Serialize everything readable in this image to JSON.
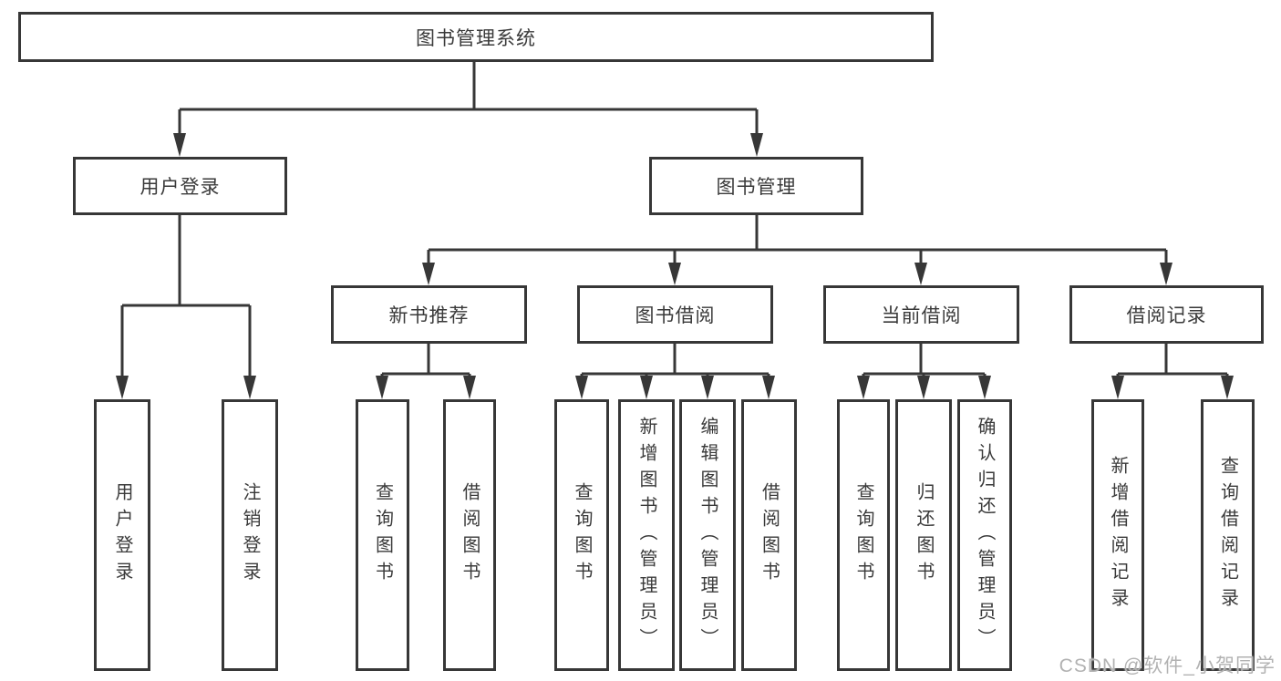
{
  "tree": {
    "root": {
      "label": "图书管理系统"
    },
    "children": [
      {
        "label": "用户登录",
        "children": [
          {
            "label": "用户登录"
          },
          {
            "label": "注销登录"
          }
        ]
      },
      {
        "label": "图书管理",
        "children": [
          {
            "label": "新书推荐",
            "children": [
              {
                "label": "查询图书"
              },
              {
                "label": "借阅图书"
              }
            ]
          },
          {
            "label": "图书借阅",
            "children": [
              {
                "label": "查询图书"
              },
              {
                "label": "新增图书（管理员）"
              },
              {
                "label": "编辑图书（管理员）"
              },
              {
                "label": "借阅图书"
              }
            ]
          },
          {
            "label": "当前借阅",
            "children": [
              {
                "label": "查询图书"
              },
              {
                "label": "归还图书"
              },
              {
                "label": "确认归还（管理员）"
              }
            ]
          },
          {
            "label": "借阅记录",
            "children": [
              {
                "label": "新增借阅记录"
              },
              {
                "label": "查询借阅记录"
              }
            ]
          }
        ]
      }
    ]
  },
  "watermark": {
    "text": "CSDN @软件_小贺同学"
  },
  "colors": {
    "line": "#373737",
    "text": "#3a3a3a",
    "watermark": "#b2b2b2",
    "background": "#ffffff"
  }
}
